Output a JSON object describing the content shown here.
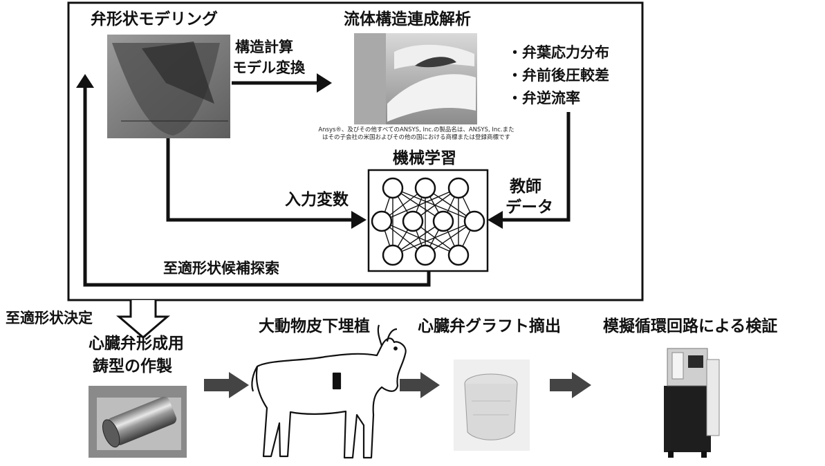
{
  "top": {
    "modeling_title": "弁形状モデリング",
    "fsi_title": "流体構造連成解析",
    "convert_label_line1": "構造計算",
    "convert_label_line2": "モデル変換",
    "outputs": [
      "・弁葉応力分布",
      "・弁前後圧較差",
      "・弁逆流率"
    ],
    "copyright_line1": "Ansys®、及びその他すべてのANSYS, Inc.の製品名は、ANSYS, Inc.また",
    "copyright_line2": "はその子会社の米国およびその他の国における商標または登録商標です",
    "ml_title": "機械学習",
    "input_label": "入力変数",
    "teacher_line1": "教師",
    "teacher_line2": "データ",
    "search_label": "至適形状候補探索"
  },
  "bottom": {
    "decision_label": "至適形状決定",
    "mold_line1": "心臓弁形成用",
    "mold_line2": "鋳型の作製",
    "implant_label": "大動物皮下埋植",
    "extract_label": "心臓弁グラフト摘出",
    "verify_label": "模擬循環回路による検証"
  }
}
